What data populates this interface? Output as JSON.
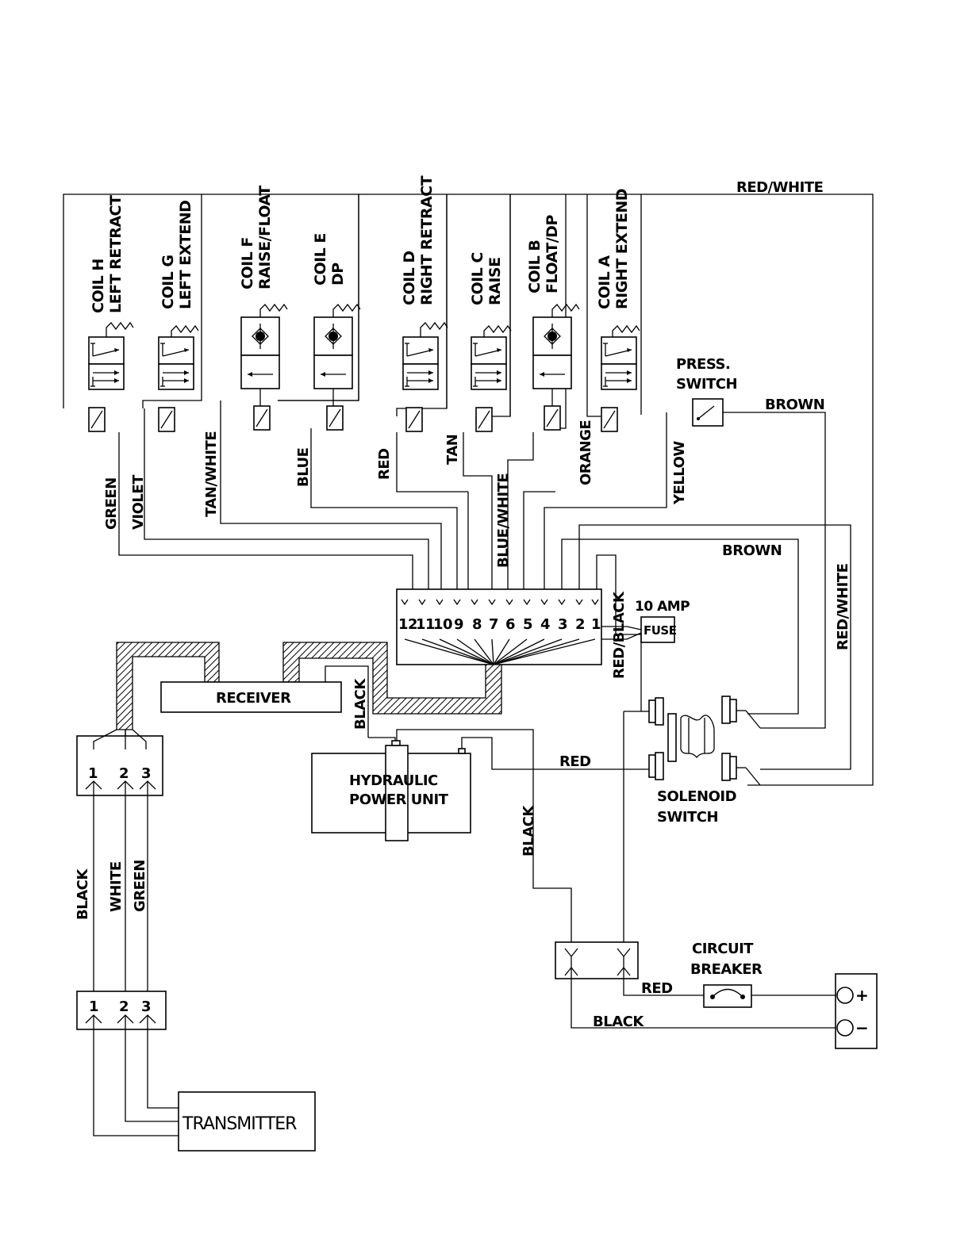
{
  "coils": [
    {
      "name": "COIL H",
      "function": "LEFT RETRACT"
    },
    {
      "name": "COIL G",
      "function": "LEFT EXTEND"
    },
    {
      "name": "COIL F",
      "function": "RAISE/FLOAT"
    },
    {
      "name": "COIL E",
      "function": "DP"
    },
    {
      "name": "COIL D",
      "function": "RIGHT RETRACT"
    },
    {
      "name": "COIL C",
      "function": "RAISE"
    },
    {
      "name": "COIL B",
      "function": "FLOAT/DP"
    },
    {
      "name": "COIL A",
      "function": "RIGHT EXTEND"
    }
  ],
  "wires": {
    "red_white_top": "RED/WHITE",
    "green": "GREEN",
    "violet": "VIOLET",
    "tan_white": "TAN/WHITE",
    "blue": "BLUE",
    "red": "RED",
    "tan": "TAN",
    "blue_white": "BLUE/WHITE",
    "orange": "ORANGE",
    "yellow": "YELLOW",
    "brown_top": "BROWN",
    "brown_mid": "BROWN",
    "red_white_side": "RED/WHITE",
    "red_black": "RED/BLACK",
    "black_receiver": "BLACK",
    "red_hpu": "RED",
    "black_hpu": "BLACK",
    "red_breaker": "RED",
    "black_battery": "BLACK",
    "harness_black": "BLACK",
    "harness_white": "WHITE",
    "harness_green": "GREEN"
  },
  "terminal_strip": {
    "numbers": [
      "12",
      "11",
      "10",
      "9",
      "8",
      "7",
      "6",
      "5",
      "4",
      "3",
      "2",
      "1"
    ]
  },
  "fuse": {
    "rating": "10 AMP",
    "label": "FUSE"
  },
  "components": {
    "pressure_switch": [
      "PRESS.",
      "SWITCH"
    ],
    "receiver": "RECEIVER",
    "hydraulic_power_unit": [
      "HYDRAULIC",
      "POWER UNIT"
    ],
    "solenoid_switch": [
      "SOLENOID",
      "SWITCH"
    ],
    "circuit_breaker": [
      "CIRCUIT",
      "BREAKER"
    ],
    "transmitter": "TRANSMITTER",
    "battery_positive": "+",
    "battery_negative": "−"
  },
  "connectors": {
    "upper_pins": [
      "1",
      "2",
      "3"
    ],
    "lower_pins": [
      "1",
      "2",
      "3"
    ]
  }
}
